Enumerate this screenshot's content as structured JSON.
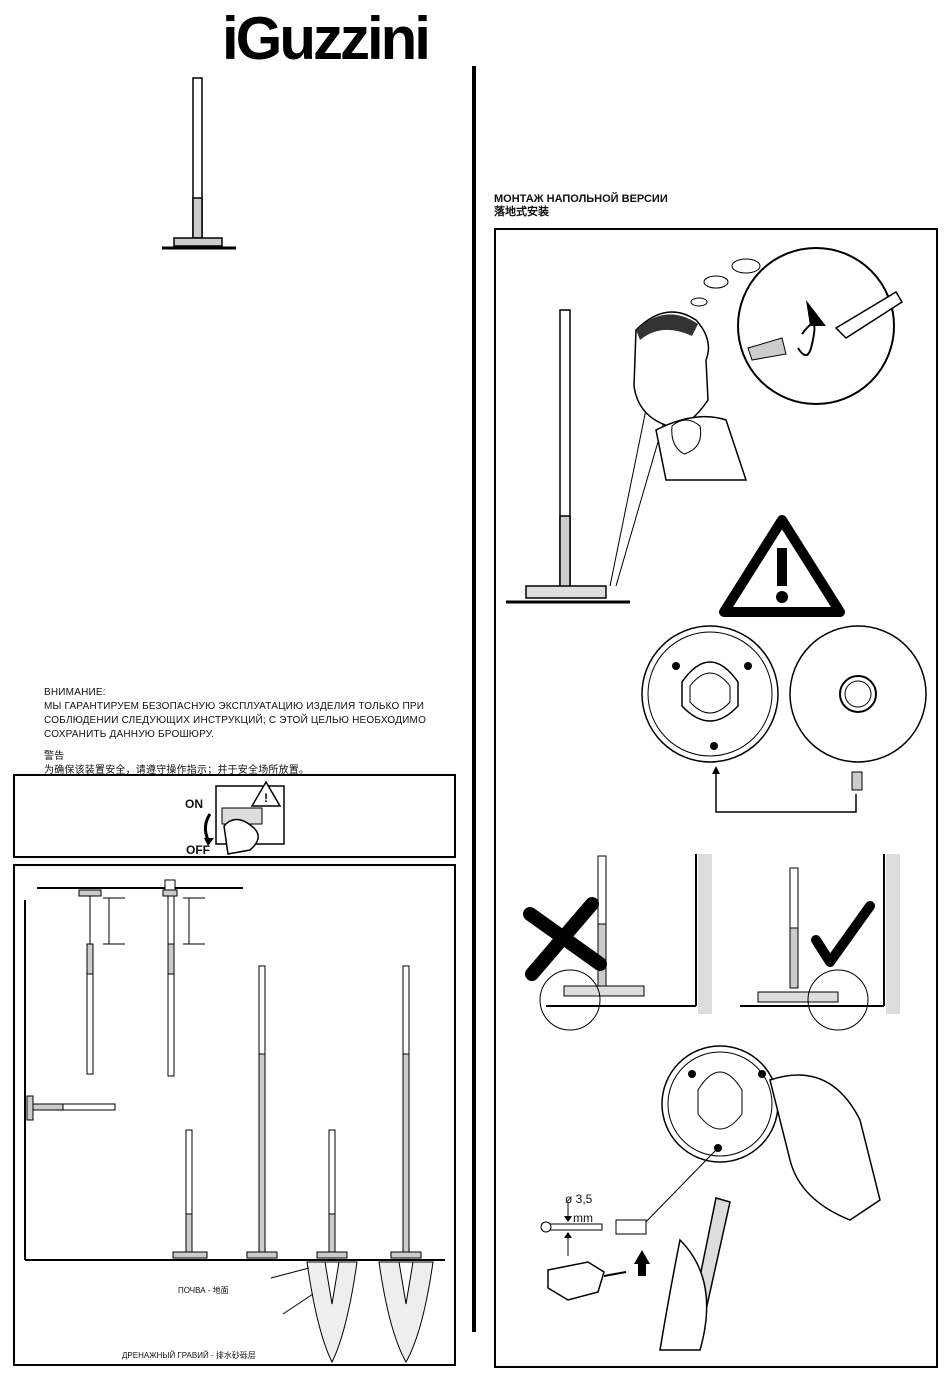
{
  "brand": {
    "logo_text": "iGuzzini"
  },
  "right_column": {
    "heading_ru": "МОНТАЖ НАПОЛЬНОЙ ВЕРСИИ",
    "heading_zh": "落地式安装",
    "screw_label_diameter": "ø 3,5",
    "screw_label_unit": "mm"
  },
  "warning": {
    "title_ru": "ВНИМАНИЕ:",
    "line1_ru": "МЫ ГАРАНТИРУЕМ БЕЗОПАСНУЮ ЭКСПЛУАТАЦИЮ ИЗДЕЛИЯ ТОЛЬКО ПРИ",
    "line2_ru": "СОБЛЮДЕНИИ СЛЕДУЮЩИХ ИНСТРУКЦИЙ; С ЭТОЙ ЦЕЛЬЮ НЕОБХОДИМО",
    "line3_ru": "СОХРАНИТЬ ДАННУЮ БРОШЮРУ.",
    "title_zh": "警告",
    "line_zh": "为确保该装置安全，请遵守操作指示；并于安全场所放置。"
  },
  "switch_panel": {
    "on_label": "ON",
    "off_label": "OFF"
  },
  "install_panel": {
    "soil_label": "ПОЧВА - 地面",
    "gravel_label": "ДРЕНАЖНЫЙ ГРАВИЙ - 排水砂砾层"
  }
}
